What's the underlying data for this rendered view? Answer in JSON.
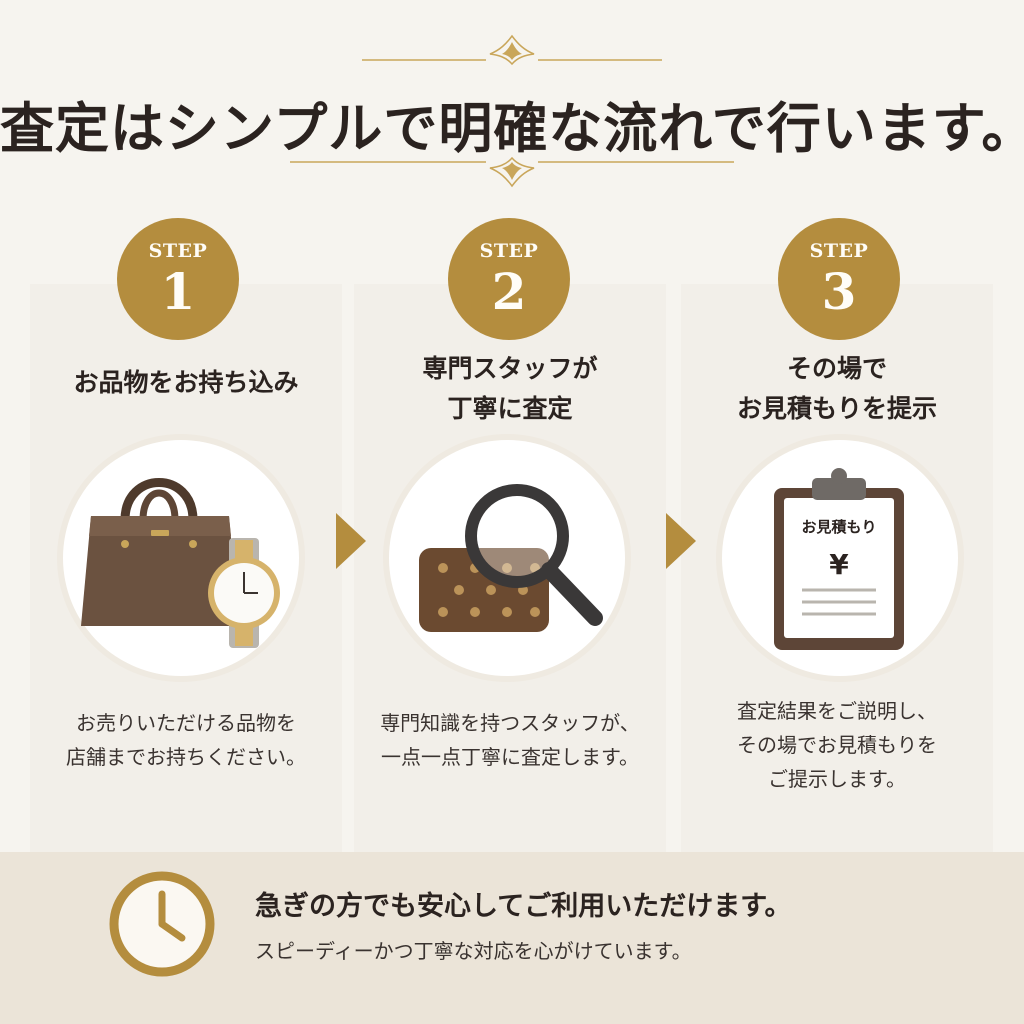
{
  "header": {
    "title": "査定はシンプルで明確な流れで行います。"
  },
  "colors": {
    "gold": "#b48d3e",
    "panel_bg": "#f2efe9",
    "banner_bg": "#ebe4d8",
    "text_dark": "#2b2320"
  },
  "steps": [
    {
      "step_word": "STEP",
      "number": "1",
      "title_lines": [
        "お品物をお持ち込み"
      ],
      "icon": "handbag-and-watch-icon",
      "desc_lines": [
        "お売りいただける品物を",
        "店舗までお持ちください。"
      ]
    },
    {
      "step_word": "STEP",
      "number": "2",
      "title_lines": [
        "専門スタッフが",
        "丁寧に査定"
      ],
      "icon": "magnifier-and-wallet-icon",
      "desc_lines": [
        "専門知識を持つスタッフが、",
        "一点一点丁寧に査定します。"
      ]
    },
    {
      "step_word": "STEP",
      "number": "3",
      "title_lines": [
        "その場で",
        "お見積もりを提示"
      ],
      "icon": "estimate-clipboard-icon",
      "clipboard_label": "お見積もり",
      "clipboard_symbol": "¥",
      "desc_lines": [
        "査定結果をご説明し、",
        "その場でお見積もりを",
        "ご提示します。"
      ]
    }
  ],
  "banner": {
    "icon": "clock-icon",
    "title": "急ぎの方でも安心してご利用いただけます。",
    "subtitle": "スピーディーかつ丁寧な対応を心がけています。"
  }
}
